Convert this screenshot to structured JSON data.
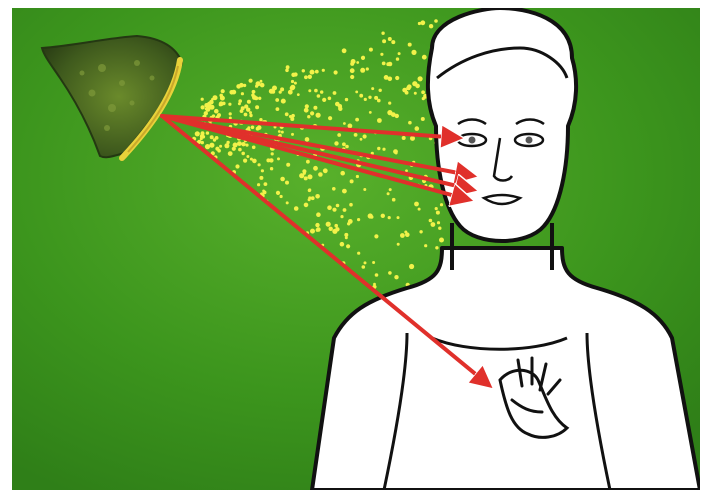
{
  "scene": {
    "background_color": "#3f9a1f",
    "pod_color": "#4b6b25",
    "spore_color": "#f2f24a",
    "arrow_color": "#e0302b",
    "figure_fill": "#ffffff",
    "figure_stroke": "#111111",
    "arrow_targets": [
      "eyes",
      "nose",
      "mouth",
      "heart"
    ]
  }
}
